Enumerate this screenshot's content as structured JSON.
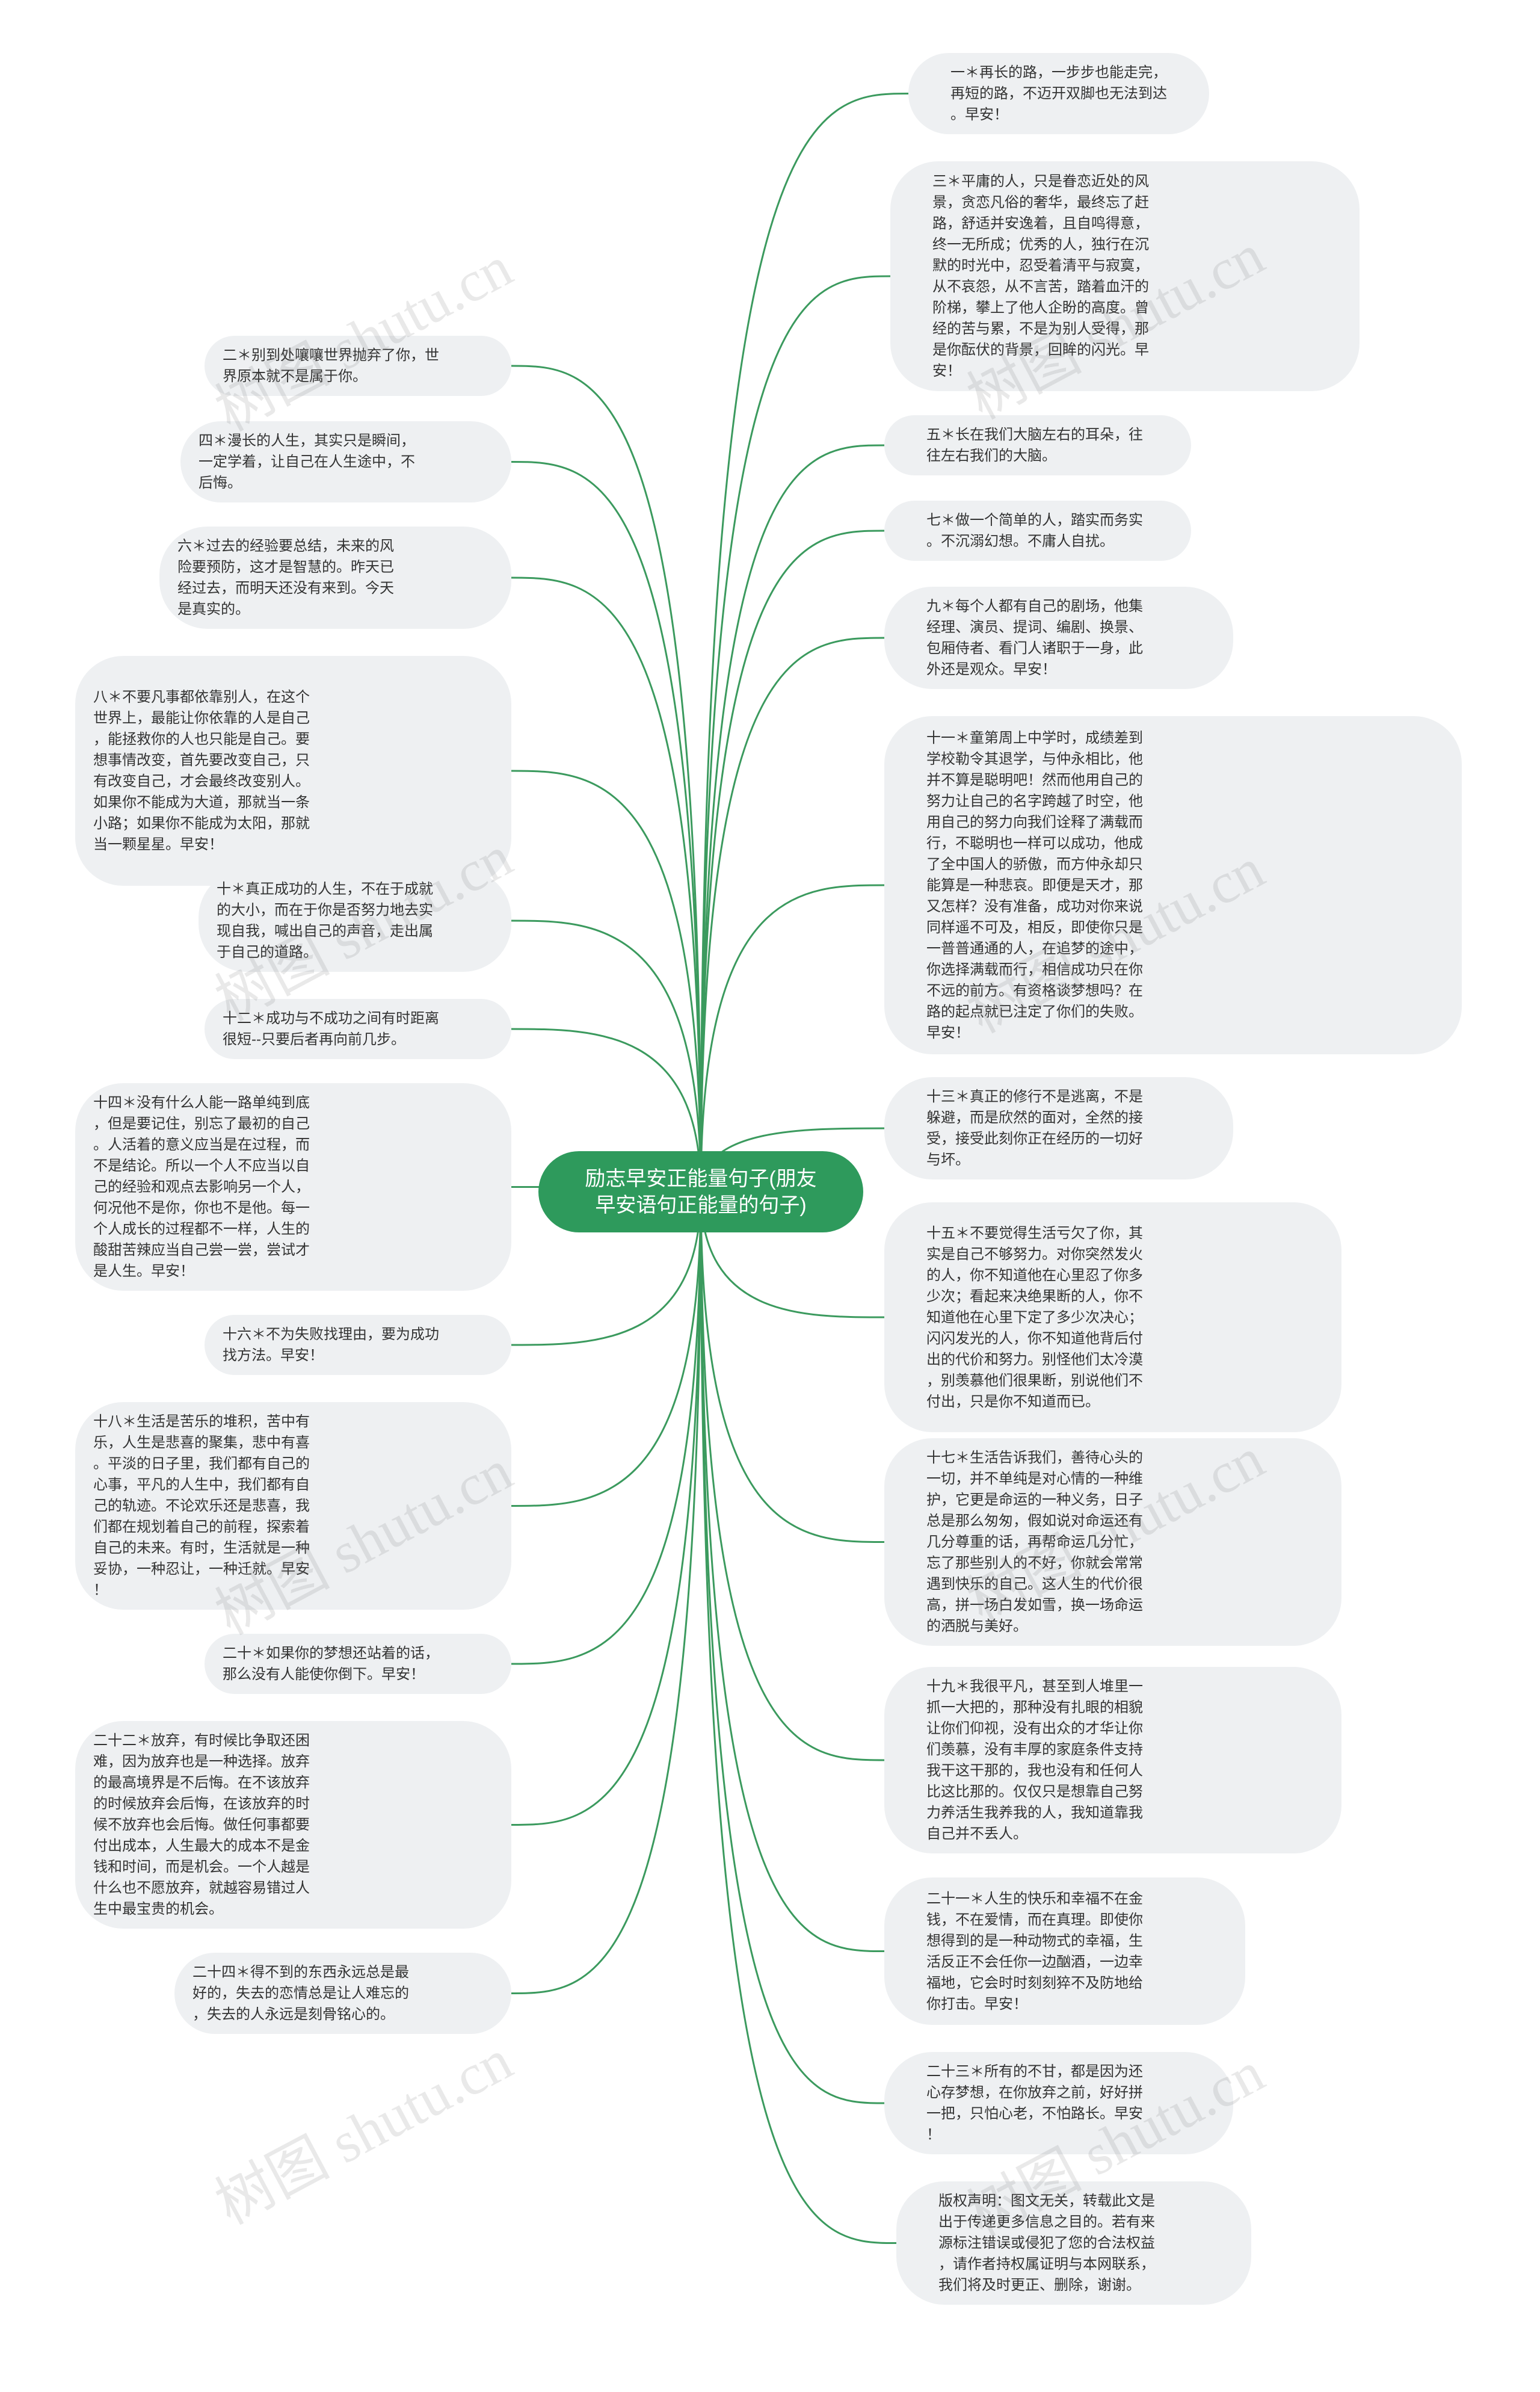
{
  "center": {
    "title": "励志早安正能量句子(朋友\n早安语句正能量的句子)"
  },
  "watermark": "树图 shutu.cn",
  "right_nodes": [
    "一＊再长的路，一步步也能走完，\n再短的路，不迈开双脚也无法到达\n。早安！",
    "三＊平庸的人，只是眷恋近处的风\n景，贪恋凡俗的奢华，最终忘了赶\n路，舒适并安逸着，且自鸣得意，\n终一无所成；优秀的人，独行在沉\n默的时光中，忍受着清平与寂寞，\n从不哀怨，从不言苦，踏着血汗的\n阶梯，攀上了他人企盼的高度。曾\n经的苦与累，不是为别人受得，那\n是你酝伏的背景，回眸的闪光。早\n安！",
    "五＊长在我们大脑左右的耳朵，往\n往左右我们的大脑。",
    "七＊做一个简单的人，踏实而务实\n。不沉溺幻想。不庸人自扰。",
    "九＊每个人都有自己的剧场，他集\n经理、演员、提词、编剧、换景、\n包厢侍者、看门人诸职于一身，此\n外还是观众。早安！",
    "十一＊童第周上中学时，成绩差到\n学校勒令其退学，与仲永相比，他\n并不算是聪明吧！然而他用自己的\n努力让自己的名字跨越了时空，他\n用自己的努力向我们诠释了满载而\n行，不聪明也一样可以成功，他成\n了全中国人的骄傲，而方仲永却只\n能算是一种悲哀。即便是天才，那\n又怎样？没有准备，成功对你来说\n同样遥不可及，相反，即使你只是\n一普普通通的人，在追梦的途中，\n你选择满载而行，相信成功只在你\n不远的前方。有资格谈梦想吗？在\n路的起点就已注定了你们的失败。\n早安！",
    "十三＊真正的修行不是逃离，不是\n躲避，而是欣然的面对，全然的接\n受，接受此刻你正在经历的一切好\n与坏。",
    "十五＊不要觉得生活亏欠了你，其\n实是自己不够努力。对你突然发火\n的人，你不知道他在心里忍了你多\n少次；看起来决绝果断的人，你不\n知道他在心里下定了多少次决心；\n闪闪发光的人，你不知道他背后付\n出的代价和努力。别怪他们太冷漠\n，别羡慕他们很果断，别说他们不\n付出，只是你不知道而已。",
    "十七＊生活告诉我们，善待心头的\n一切，并不单纯是对心情的一种维\n护，它更是命运的一种义务，日子\n总是那么匆匆，假如说对命运还有\n几分尊重的话，再帮命运几分忙，\n忘了那些别人的不好，你就会常常\n遇到快乐的自己。这人生的代价很\n高，拼一场白发如雪，换一场命运\n的洒脱与美好。",
    "十九＊我很平凡，甚至到人堆里一\n抓一大把的，那种没有扎眼的相貌\n让你们仰视，没有出众的才华让你\n们羡慕，没有丰厚的家庭条件支持\n我干这干那的，我也没有和任何人\n比这比那的。仅仅只是想靠自己努\n力养活生我养我的人，我知道靠我\n自己并不丢人。",
    "二十一＊人生的快乐和幸福不在金\n钱，不在爱情，而在真理。即使你\n想得到的是一种动物式的幸福，生\n活反正不会任你一边酗酒，一边幸\n福地，它会时时刻刻猝不及防地给\n你打击。早安！",
    "二十三＊所有的不甘，都是因为还\n心存梦想，在你放弃之前，好好拼\n一把，只怕心老，不怕路长。早安\n！",
    "版权声明：图文无关，转载此文是\n出于传递更多信息之目的。若有来\n源标注错误或侵犯了您的合法权益\n，请作者持权属证明与本网联系，\n我们将及时更正、删除，谢谢。"
  ],
  "left_nodes": [
    "二＊别到处嚷嚷世界抛弃了你，世\n界原本就不是属于你。",
    "四＊漫长的人生，其实只是瞬间，\n一定学着，让自己在人生途中，不\n后悔。",
    "六＊过去的经验要总结，未来的风\n险要预防，这才是智慧的。昨天已\n经过去，而明天还没有来到。今天\n是真实的。",
    "八＊不要凡事都依靠别人，在这个\n世界上，最能让你依靠的人是自己\n，能拯救你的人也只能是自己。要\n想事情改变，首先要改变自己，只\n有改变自己，才会最终改变别人。\n如果你不能成为大道，那就当一条\n小路；如果你不能成为太阳，那就\n当一颗星星。早安！",
    "十＊真正成功的人生，不在于成就\n的大小，而在于你是否努力地去实\n现自我，喊出自己的声音，走出属\n于自己的道路。",
    "十二＊成功与不成功之间有时距离\n很短--只要后者再向前几步。",
    "十四＊没有什么人能一路单纯到底\n，但是要记住，别忘了最初的自己\n。人活着的意义应当是在过程，而\n不是结论。所以一个人不应当以自\n己的经验和观点去影响另一个人，\n何况他不是你，你也不是他。每一\n个人成长的过程都不一样，人生的\n酸甜苦辣应当自己尝一尝，尝试才\n是人生。早安！",
    "十六＊不为失败找理由，要为成功\n找方法。早安！",
    "十八＊生活是苦乐的堆积，苦中有\n乐，人生是悲喜的聚集，悲中有喜\n。平淡的日子里，我们都有自己的\n心事，平凡的人生中，我们都有自\n己的轨迹。不论欢乐还是悲喜，我\n们都在规划着自己的前程，探索着\n自己的未来。有时，生活就是一种\n妥协，一种忍让，一种迁就。早安\n！",
    "二十＊如果你的梦想还站着的话，\n那么没有人能使你倒下。早安！",
    "二十二＊放弃，有时候比争取还困\n难，因为放弃也是一种选择。放弃\n的最高境界是不后悔。在不该放弃\n的时候放弃会后悔，在该放弃的时\n候不放弃也会后悔。做任何事都要\n付出成本，人生最大的成本不是金\n钱和时间，而是机会。一个人越是\n什么也不愿放弃，就越容易错过人\n生中最宝贵的机会。",
    "二十四＊得不到的东西永远总是最\n好的，失去的恋情总是让人难忘的\n，失去的人永远是刻骨铭心的。"
  ]
}
